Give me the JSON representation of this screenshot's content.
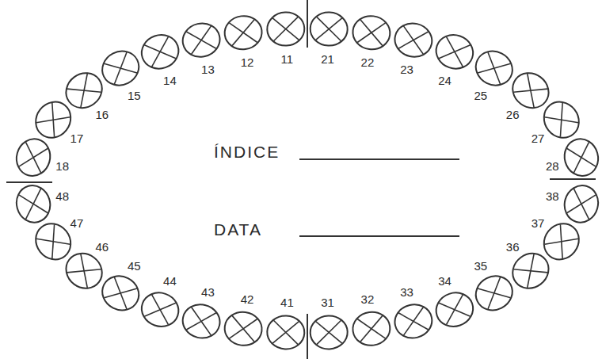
{
  "diagram": {
    "labels": [
      "18",
      "17",
      "16",
      "15",
      "14",
      "13",
      "12",
      "11",
      "21",
      "22",
      "23",
      "24",
      "25",
      "26",
      "27",
      "28",
      "ÍNDICE",
      "DATA",
      "48",
      "47",
      "46",
      "45",
      "44",
      "43",
      "42",
      "41",
      "31",
      "32",
      "33",
      "34",
      "35",
      "36",
      "37",
      "38"
    ]
  }
}
